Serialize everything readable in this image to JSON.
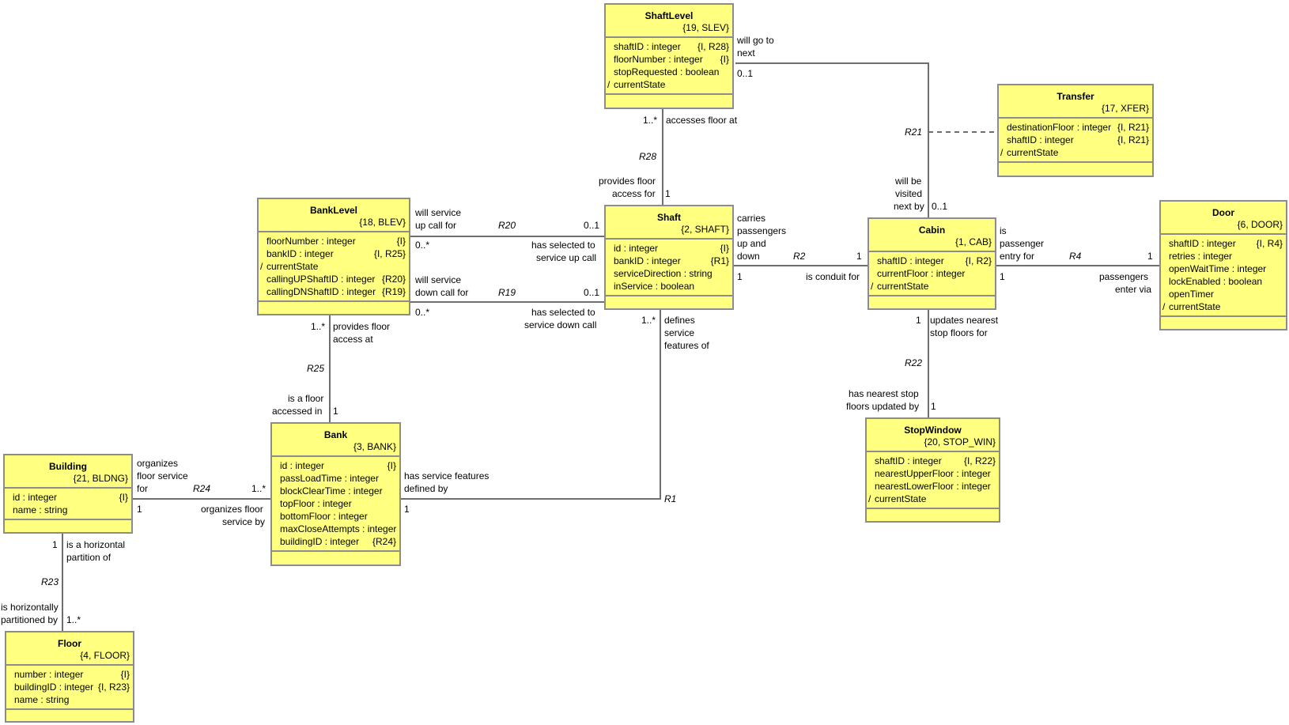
{
  "classes": {
    "shaftlevel": {
      "name": "ShaftLevel",
      "key": "{19, SLEV}",
      "attrs": [
        {
          "text": "shaftID : integer",
          "ref": "{I, R28}",
          "derived": ""
        },
        {
          "text": "floorNumber : integer",
          "ref": "{I}",
          "derived": ""
        },
        {
          "text": "stopRequested : boolean",
          "ref": "",
          "derived": ""
        },
        {
          "text": "currentState",
          "ref": "",
          "derived": "/"
        }
      ]
    },
    "transfer": {
      "name": "Transfer",
      "key": "{17, XFER}",
      "attrs": [
        {
          "text": "destinationFloor : integer",
          "ref": "{I, R21}",
          "derived": ""
        },
        {
          "text": "shaftID : integer",
          "ref": "{I, R21}",
          "derived": ""
        },
        {
          "text": "currentState",
          "ref": "",
          "derived": "/"
        }
      ]
    },
    "banklevel": {
      "name": "BankLevel",
      "key": "{18, BLEV}",
      "attrs": [
        {
          "text": "floorNumber : integer",
          "ref": "{I}",
          "derived": ""
        },
        {
          "text": "bankID : integer",
          "ref": "{I, R25}",
          "derived": ""
        },
        {
          "text": "currentState",
          "ref": "",
          "derived": "/"
        },
        {
          "text": "callingUPShaftID : integer",
          "ref": "{R20}",
          "derived": ""
        },
        {
          "text": "callingDNShaftID : integer",
          "ref": "{R19}",
          "derived": ""
        }
      ]
    },
    "shaft": {
      "name": "Shaft",
      "key": "{2, SHAFT}",
      "attrs": [
        {
          "text": "id : integer",
          "ref": "{I}",
          "derived": ""
        },
        {
          "text": "bankID : integer",
          "ref": "{R1}",
          "derived": ""
        },
        {
          "text": "serviceDirection : string",
          "ref": "",
          "derived": ""
        },
        {
          "text": "inService : boolean",
          "ref": "",
          "derived": ""
        }
      ]
    },
    "cabin": {
      "name": "Cabin",
      "key": "{1, CAB}",
      "attrs": [
        {
          "text": "shaftID : integer",
          "ref": "{I, R2}",
          "derived": ""
        },
        {
          "text": "currentFloor : integer",
          "ref": "",
          "derived": ""
        },
        {
          "text": "currentState",
          "ref": "",
          "derived": "/"
        }
      ]
    },
    "door": {
      "name": "Door",
      "key": "{6, DOOR}",
      "attrs": [
        {
          "text": "shaftID : integer",
          "ref": "{I, R4}",
          "derived": ""
        },
        {
          "text": "retries : integer",
          "ref": "",
          "derived": ""
        },
        {
          "text": "openWaitTime : integer",
          "ref": "",
          "derived": ""
        },
        {
          "text": "lockEnabled : boolean",
          "ref": "",
          "derived": ""
        },
        {
          "text": "openTimer",
          "ref": "",
          "derived": ""
        },
        {
          "text": "currentState",
          "ref": "",
          "derived": "/"
        }
      ]
    },
    "stopwindow": {
      "name": "StopWindow",
      "key": "{20, STOP_WIN}",
      "attrs": [
        {
          "text": "shaftID : integer",
          "ref": "{I, R22}",
          "derived": ""
        },
        {
          "text": "nearestUpperFloor : integer",
          "ref": "",
          "derived": ""
        },
        {
          "text": "nearestLowerFloor : integer",
          "ref": "",
          "derived": ""
        },
        {
          "text": "currentState",
          "ref": "",
          "derived": "/"
        }
      ]
    },
    "bank": {
      "name": "Bank",
      "key": "{3, BANK}",
      "attrs": [
        {
          "text": "id : integer",
          "ref": "{I}",
          "derived": ""
        },
        {
          "text": "passLoadTime : integer",
          "ref": "",
          "derived": ""
        },
        {
          "text": "blockClearTime : integer",
          "ref": "",
          "derived": ""
        },
        {
          "text": "topFloor : integer",
          "ref": "",
          "derived": ""
        },
        {
          "text": "bottomFloor : integer",
          "ref": "",
          "derived": ""
        },
        {
          "text": "maxCloseAttempts : integer",
          "ref": "",
          "derived": ""
        },
        {
          "text": "buildingID : integer",
          "ref": "{R24}",
          "derived": ""
        }
      ]
    },
    "building": {
      "name": "Building",
      "key": "{21, BLDNG}",
      "attrs": [
        {
          "text": "id : integer",
          "ref": "{I}",
          "derived": ""
        },
        {
          "text": "name : string",
          "ref": "",
          "derived": ""
        }
      ]
    },
    "floor": {
      "name": "Floor",
      "key": "{4, FLOOR}",
      "attrs": [
        {
          "text": "number : integer",
          "ref": "{I}",
          "derived": ""
        },
        {
          "text": "buildingID : integer",
          "ref": "{I, R23}",
          "derived": ""
        },
        {
          "text": "name : string",
          "ref": "",
          "derived": ""
        }
      ]
    }
  },
  "labels": {
    "r28_phrase_top": "accesses floor at",
    "r28_mult_top": "1..*",
    "r28_id": "R28",
    "r28_phrase_bottom_1": "provides floor",
    "r28_phrase_bottom_2": "access for",
    "r28_mult_bottom": "1",
    "r21_phrase_top_1": "will go to",
    "r21_phrase_top_2": "next",
    "r21_mult_top": "0..1",
    "r21_id": "R21",
    "r21_phrase_bottom_1": "will be",
    "r21_phrase_bottom_2": "visited",
    "r21_phrase_bottom_3": "next by",
    "r21_mult_bottom": "0..1",
    "r20_phrase_left_1": "will service",
    "r20_phrase_left_2": "up call for",
    "r20_id": "R20",
    "r20_mult_right": "0..1",
    "r20_mult_left": "0..*",
    "r20_phrase_right_1": "has selected to",
    "r20_phrase_right_2": "service up call",
    "r19_phrase_left_1": "will service",
    "r19_phrase_left_2": "down call for",
    "r19_id": "R19",
    "r19_mult_right": "0..1",
    "r19_mult_left": "0..*",
    "r19_phrase_right_1": "has selected to",
    "r19_phrase_right_2": "service down call",
    "r2_phrase_left_1": "carries",
    "r2_phrase_left_2": "passengers",
    "r2_phrase_left_3": "up and",
    "r2_phrase_left_4": "down",
    "r2_id": "R2",
    "r2_mult_right": "1",
    "r2_mult_left": "1",
    "r2_phrase_right": "is conduit for",
    "r4_phrase_left_1": "is",
    "r4_phrase_left_2": "passenger",
    "r4_phrase_left_3": "entry for",
    "r4_id": "R4",
    "r4_mult_right": "1",
    "r4_mult_left": "1",
    "r4_phrase_right_1": "passengers",
    "r4_phrase_right_2": "enter via",
    "r22_mult_top": "1",
    "r22_phrase_top_1": "updates nearest",
    "r22_phrase_top_2": "stop floors for",
    "r22_id": "R22",
    "r22_phrase_bottom_1": "has nearest stop",
    "r22_phrase_bottom_2": "floors updated by",
    "r22_mult_bottom": "1",
    "r1_mult_top": "1..*",
    "r1_phrase_top_1": "defines",
    "r1_phrase_top_2": "service",
    "r1_phrase_top_3": "features of",
    "r1_id": "R1",
    "r1_phrase_bottom_1": "has service features",
    "r1_phrase_bottom_2": "defined by",
    "r1_mult_bottom": "1",
    "r25_mult_top": "1..*",
    "r25_phrase_top_1": "provides floor",
    "r25_phrase_top_2": "access at",
    "r25_id": "R25",
    "r25_phrase_bottom_1": "is a floor",
    "r25_phrase_bottom_2": "accessed in",
    "r25_mult_bottom": "1",
    "r24_phrase_left_1": "organizes",
    "r24_phrase_left_2": "floor service",
    "r24_phrase_left_3": "for",
    "r24_id": "R24",
    "r24_mult_right": "1..*",
    "r24_mult_left": "1",
    "r24_phrase_right_1": "organizes floor",
    "r24_phrase_right_2": "service by",
    "r23_mult_top": "1",
    "r23_phrase_top_1": "is a horizontal",
    "r23_phrase_top_2": "partition of",
    "r23_id": "R23",
    "r23_phrase_bottom_1": "is horizontally",
    "r23_phrase_bottom_2": "partitioned by",
    "r23_mult_bottom": "1..*"
  }
}
